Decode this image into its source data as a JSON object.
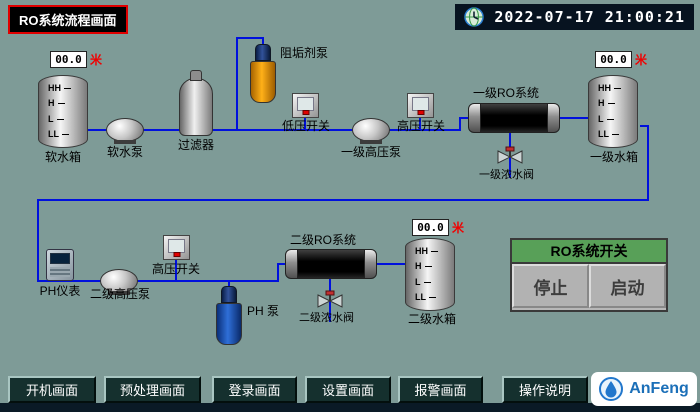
{
  "colors": {
    "background": "#7e9b97",
    "pipe_blue": "#0010dd",
    "alarm_red": "#ff0000",
    "panel_header_green": "#58a058",
    "brand_blue": "#1b6fb8"
  },
  "header": {
    "title": "RO系统流程画面",
    "datetime": "2022-07-17 21:00:21"
  },
  "tanks": [
    {
      "label": "软水箱",
      "level": "00.0",
      "unit": "米",
      "marks": [
        "HH",
        "H",
        "L",
        "LL"
      ]
    },
    {
      "label": "一级水箱",
      "level": "00.0",
      "unit": "米",
      "marks": [
        "HH",
        "H",
        "L",
        "LL"
      ]
    },
    {
      "label": "二级水箱",
      "level": "00.0",
      "unit": "米",
      "marks": [
        "HH",
        "H",
        "L",
        "LL"
      ]
    }
  ],
  "devices": {
    "soft_pump": "软水泵",
    "filter": "过滤器",
    "antiscalant_pump": "阻垢剂泵",
    "low_pressure_switch": "低压开关",
    "stage1_hp_pump": "一级高压泵",
    "hp_switch_top": "高压开关",
    "ro_stage1": "一级RO系统",
    "stage1_conc_valve": "一级浓水阀",
    "ph_meter": "PH仪表",
    "stage2_hp_pump": "二级高压泵",
    "hp_switch_bottom": "高压开关",
    "ph_pump": "PH 泵",
    "ro_stage2": "二级RO系统",
    "stage2_conc_valve": "二级浓水阀"
  },
  "control_panel": {
    "title": "RO系统开关",
    "stop_label": "停止",
    "start_label": "启动"
  },
  "nav": {
    "items": [
      "开机画面",
      "预处理画面",
      "登录画面",
      "设置画面",
      "报警画面",
      "操作说明"
    ]
  },
  "logo": {
    "brand": "AnFeng"
  }
}
